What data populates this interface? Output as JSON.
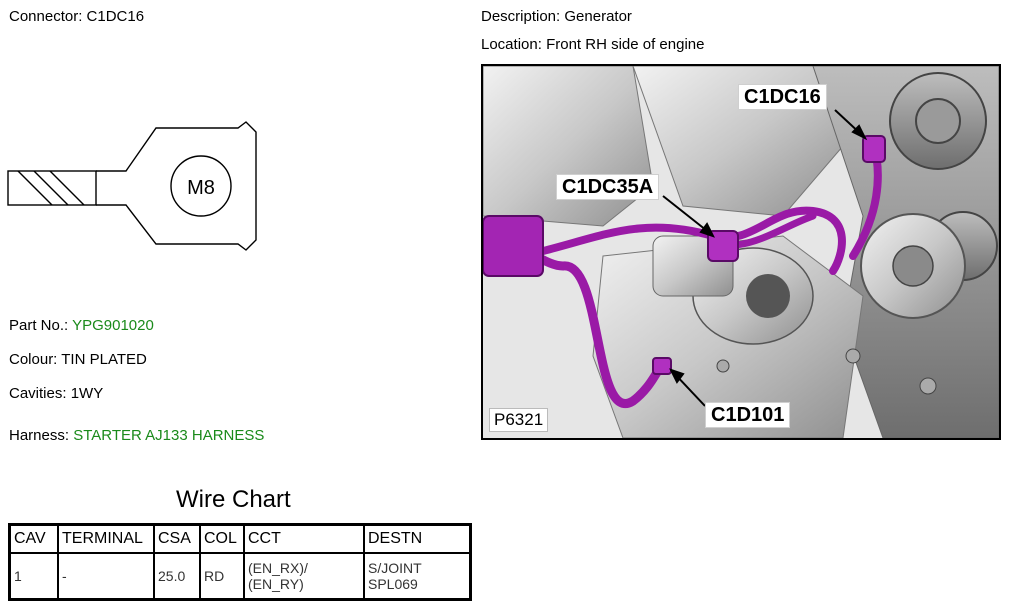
{
  "connector": {
    "label": "Connector:",
    "value": "C1DC16"
  },
  "description": {
    "label": "Description:",
    "value": "Generator"
  },
  "location": {
    "label": "Location:",
    "value": "Front RH side of engine"
  },
  "drawing": {
    "thread_label": "M8"
  },
  "part_no": {
    "label": "Part No.:",
    "value": "YPG901020"
  },
  "colour": {
    "label": "Colour:",
    "value": "TIN PLATED"
  },
  "cavities": {
    "label": "Cavities:",
    "value": "1WY"
  },
  "harness": {
    "label": "Harness:",
    "value": "STARTER AJ133 HARNESS"
  },
  "photo": {
    "id": "P6321",
    "callouts": [
      "C1DC16",
      "C1DC35A",
      "C1D101"
    ]
  },
  "wire_chart": {
    "title": "Wire Chart",
    "headers": [
      "CAV",
      "TERMINAL",
      "CSA",
      "COL",
      "CCT",
      "DESTN"
    ],
    "rows": [
      {
        "cav": "1",
        "terminal": "-",
        "csa": "25.0",
        "col": "RD",
        "cct": [
          "(EN_RX)/",
          "(EN_RY)"
        ],
        "destn": [
          "S/JOINT",
          "SPL069"
        ]
      }
    ]
  },
  "colors": {
    "green_link": "#1a8a1a",
    "harness": "#9a1aa6"
  }
}
